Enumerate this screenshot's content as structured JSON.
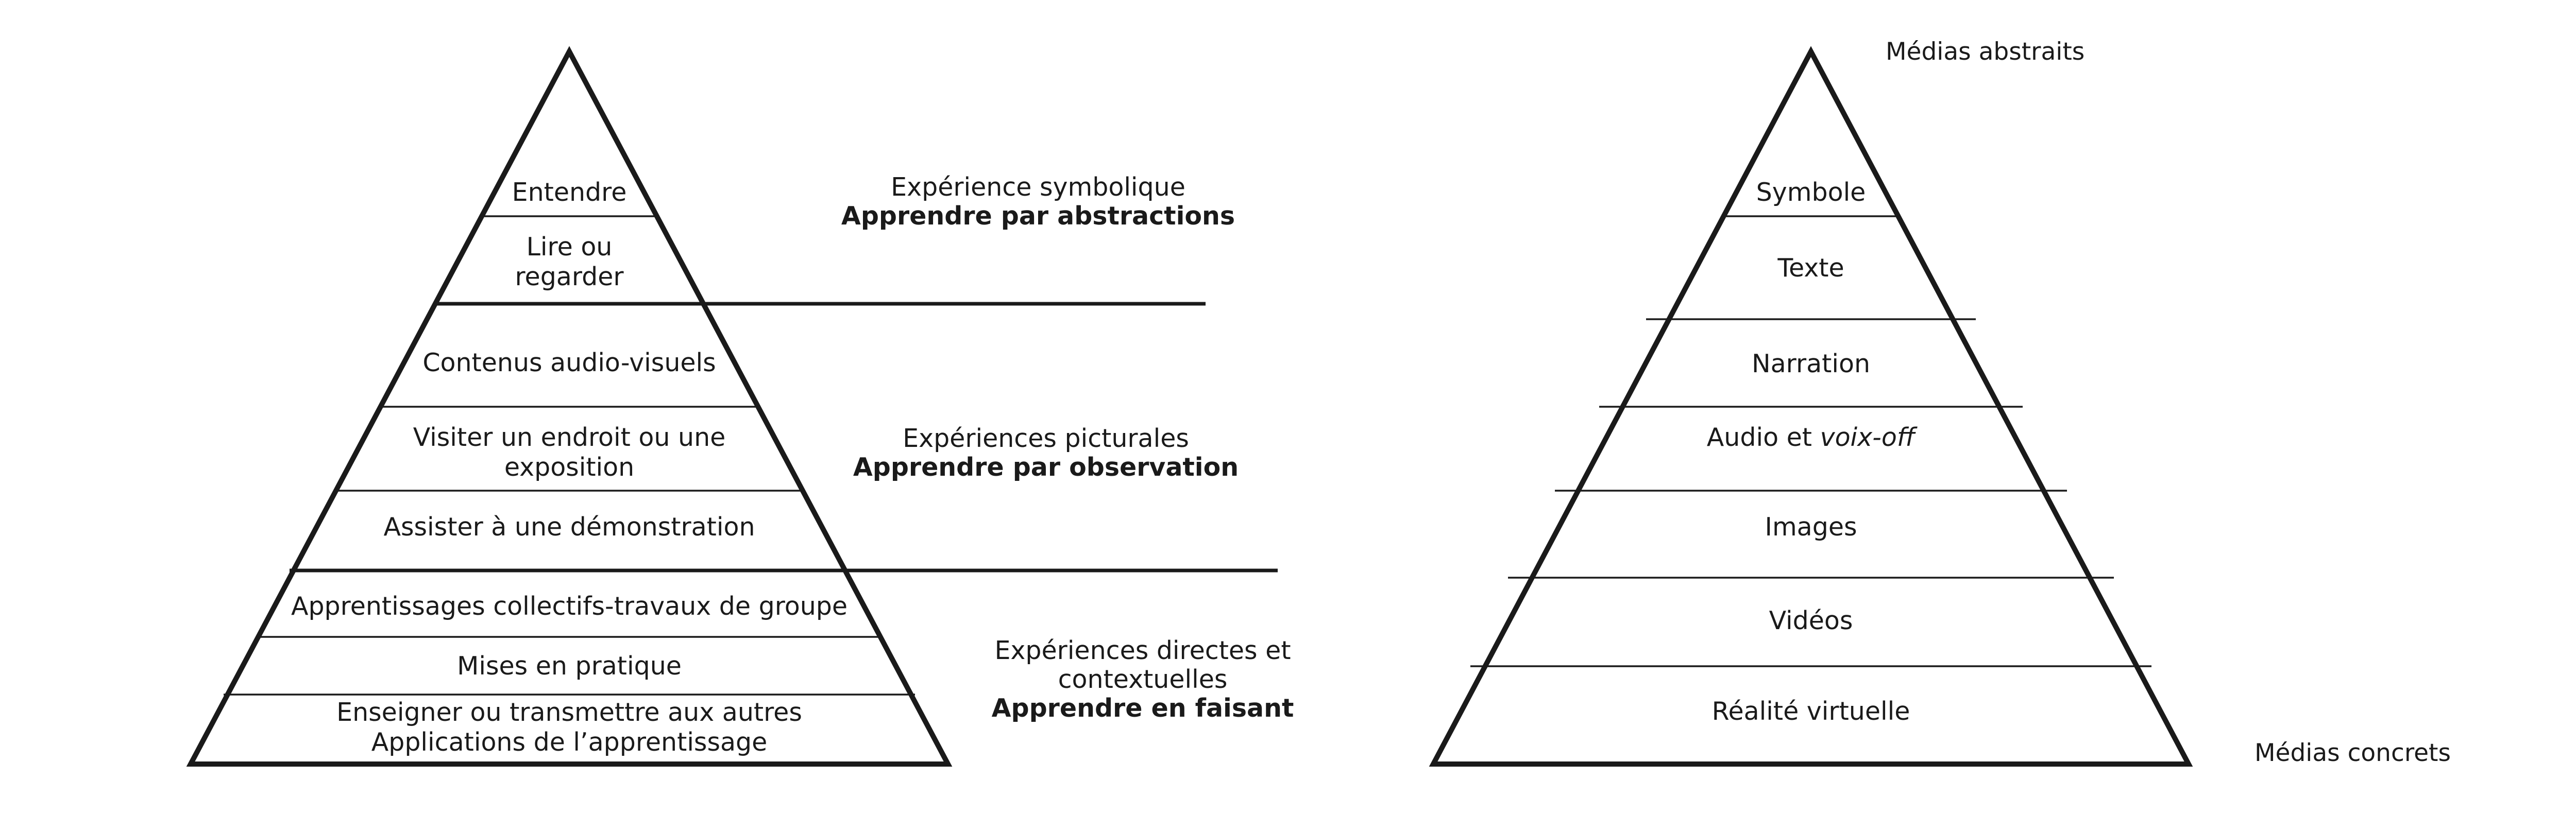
{
  "left_pyramid": {
    "levels": [
      [
        "Entendre"
      ],
      [
        "Lire ou",
        "regarder"
      ],
      [
        "Contenus audio-visuels"
      ],
      [
        "Visiter un endroit ou une",
        "exposition"
      ],
      [
        "Assister à une démonstration"
      ],
      [
        "Apprentissages collectifs-travaux de groupe"
      ],
      [
        "Mises en pratique"
      ],
      [
        "Enseigner ou transmettre aux autres",
        "Applications de l’apprentissage"
      ]
    ],
    "categories": [
      {
        "lines": [
          "Expérience symbolique"
        ],
        "bold": "Apprendre par abstractions"
      },
      {
        "lines": [
          "Expériences picturales"
        ],
        "bold": "Apprendre par observation"
      },
      {
        "lines": [
          "Expériences directes et",
          "contextuelles"
        ],
        "bold": "Apprendre en faisant"
      }
    ]
  },
  "right_pyramid": {
    "levels": [
      "Symbole",
      "Texte",
      "Narration",
      "Audio et",
      "Images",
      "Vidéos",
      "Réalité virtuelle"
    ],
    "audio_italic": "voix-off",
    "top_label": "Médias abstraits",
    "bottom_label": "Médias concrets"
  }
}
